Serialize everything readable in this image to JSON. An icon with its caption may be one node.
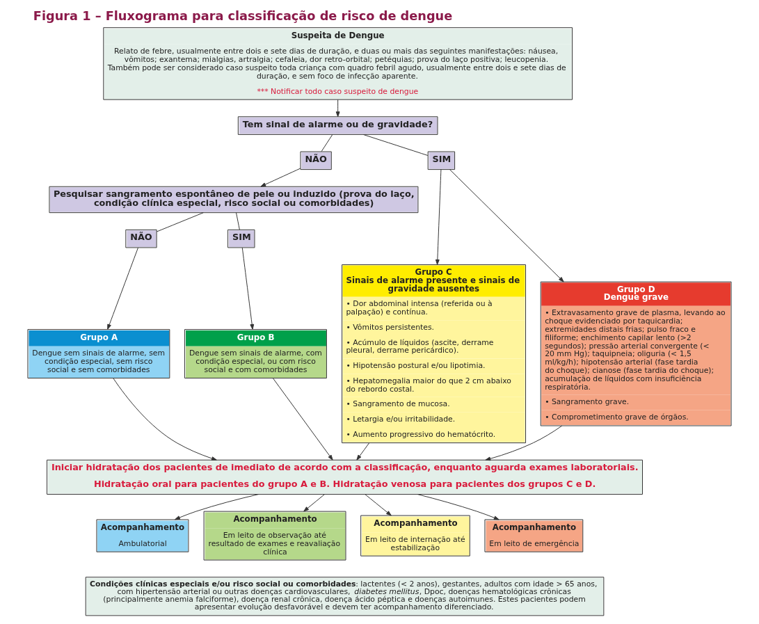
{
  "diagram": {
    "title": "Figura 1 – Fluxograma para classificação de risco de dengue",
    "nodes": [
      {
        "text": [
          "Suspeita de Dengue",
          "Relato de febre, usualmente entre dois e sete dias de duração, e duas ou mais das seguintes manifestações: náusea, vômitos; exantema; mialgias, artralgia; cefaleia, dor retro-orbital; petéquias; prova do laço positiva; leucopenia. Também pode ser considerado caso suspeito toda criança com quadro febril agudo, usualmente entre dois e sete dias de duração, e sem foco de infecção aparente.",
          "*** Notificar todo caso suspeito de dengue"
        ]
      },
      {
        "text": [
          "Tem sinal de alarme ou de gravidade?"
        ]
      },
      {
        "text": [
          "NÃO"
        ]
      },
      {
        "text": [
          "SIM"
        ]
      },
      {
        "text": [
          "Pesquisar sangramento espontâneo de pele ou induzido (prova do laço, condição clínica especial, risco social ou comorbidades)"
        ]
      },
      {
        "text": [
          "NÃO"
        ]
      },
      {
        "text": [
          "SIM"
        ]
      },
      {
        "text": [
          "Grupo A",
          "Dengue sem sinais de alarme, sem condição especial, sem risco social e sem comorbidades"
        ]
      },
      {
        "text": [
          "Grupo B",
          "Dengue sem sinais de alarme, com condição especial, ou com risco social e com comorbidades"
        ]
      },
      {
        "text": [
          "Grupo C",
          "Sinais de alarme presente e sinais de gravidade ausentes",
          "• Dor abdominal intensa (referida ou à palpação) e contínua.",
          "• Vômitos persistentes.",
          "• Acúmulo de líquidos (ascite, derrame pleural, derrame pericárdico).",
          "• Hipotensão postural e/ou lipotimia.",
          "• Hepatomegalia maior do que 2 cm abaixo do rebordo costal.",
          "• Sangramento de mucosa.",
          "• Letargia e/ou irritabilidade.",
          "• Aumento progressivo do hematócrito."
        ]
      },
      {
        "text": [
          "Grupo D",
          "Dengue grave",
          "• Extravasamento grave de plasma, levando ao choque evidenciado por taquicardia; extremidades distais frias; pulso fraco e filiforme; enchimento capilar lento (>2 segundos); pressão arterial convergente (< 20 mm Hg); taquipneia; oliguria (< 1,5 ml/kg/h); hipotensão arterial (fase tardia do choque); cianose (fase tardia do choque); acumulação de líquidos com insuficiência respiratória.",
          "• Sangramento grave.",
          "• Comprometimento grave de órgãos."
        ]
      },
      {
        "text": [
          "Iniciar hidratação dos pacientes de imediato de acordo com a classificação, enquanto aguarda exames laboratoriais.",
          "Hidratação oral para pacientes do grupo A e B. Hidratação venosa para pacientes dos grupos C e D."
        ]
      },
      {
        "text": [
          "Acompanhamento",
          "Ambulatorial"
        ]
      },
      {
        "text": [
          "Acompanhamento",
          "Em leito de observação até resultado de exames e reavaliação clínica"
        ]
      },
      {
        "text": [
          "Acompanhamento",
          "Em leito de internação até estabilização"
        ]
      },
      {
        "text": [
          "Acompanhamento",
          "Em leito de emergência"
        ]
      },
      {
        "text": [
          "**Condições clínicas especiais e/ou risco social ou comorbidades**: lactentes (< 2 anos), gestantes, adultos com idade > 65 anos, com hipertensão arterial ou outras doenças cardiovasculares, *diabetes mellitus*, Dpoc, doenças hematológicas crônicas (principalmente anemia falciforme), doença renal crônica, doença ácido péptica e doenças autoimunes. Estes pacientes podem apresentar evolução desfavorável e devem ter acompanhamento diferenciado."
        ]
      }
    ],
    "edges": [
      {
        "from": 0,
        "to": 1,
        "arrow": "to"
      },
      {
        "from": 1,
        "to": 2,
        "arrow": "none"
      },
      {
        "from": 1,
        "to": 3,
        "arrow": "none"
      },
      {
        "from": 2,
        "to": 4,
        "arrow": "to"
      },
      {
        "from": 3,
        "to": 9,
        "arrow": "to"
      },
      {
        "from": 3,
        "to": 10,
        "arrow": "to"
      },
      {
        "from": 4,
        "to": 5,
        "arrow": "none"
      },
      {
        "from": 4,
        "to": 6,
        "arrow": "none"
      },
      {
        "from": 5,
        "to": 7,
        "arrow": "to"
      },
      {
        "from": 6,
        "to": 8,
        "arrow": "to"
      },
      {
        "from": 7,
        "to": 11,
        "arrow": "to"
      },
      {
        "from": 8,
        "to": 11,
        "arrow": "to"
      },
      {
        "from": 9,
        "to": 11,
        "arrow": "to"
      },
      {
        "from": 10,
        "to": 11,
        "arrow": "to"
      },
      {
        "from": 11,
        "to": 12,
        "arrow": "to"
      },
      {
        "from": 11,
        "to": 13,
        "arrow": "to"
      },
      {
        "from": 11,
        "to": 14,
        "arrow": "to"
      },
      {
        "from": 11,
        "to": 15,
        "arrow": "to"
      }
    ]
  }
}
